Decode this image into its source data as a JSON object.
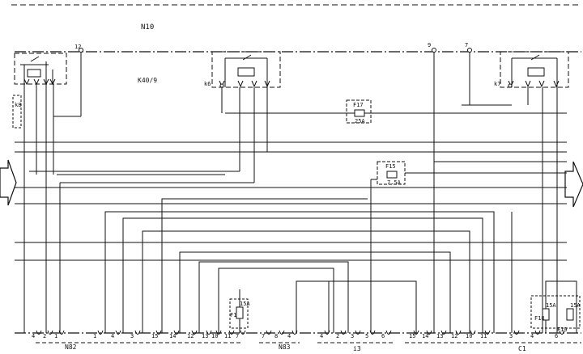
{
  "labels": {
    "unit_main": "N10",
    "relay_group": "K40/9",
    "relay_k6": "k6",
    "relay_k7": "k7",
    "relay_k8": "k8",
    "top_pin_12": "12",
    "top_pin_9": "9",
    "top_pin_7": "7",
    "connector_left": "N82",
    "connector_mid": "N83",
    "connector_i3": "i3",
    "connector_c1": "C1"
  },
  "fuses": [
    {
      "id": "F17",
      "label": "F17",
      "rating": "25A"
    },
    {
      "id": "F15",
      "label": "F15",
      "rating": "7.5A"
    },
    {
      "id": "F1",
      "label": "F1",
      "rating": "15A"
    },
    {
      "id": "F18",
      "label": "F18",
      "rating": "15A"
    },
    {
      "id": "F19",
      "label": "F19",
      "rating": "15A"
    }
  ],
  "pin_labels": {
    "n82": [
      "4",
      "2",
      "1",
      "1",
      "4",
      "3",
      "15",
      "14",
      "12",
      "13",
      "10",
      "11",
      "7"
    ],
    "n83": [
      "7",
      "8",
      "4"
    ],
    "i3": [
      "4",
      "2",
      "3",
      "5",
      "6"
    ],
    "c1": [
      "15",
      "14",
      "13",
      "12",
      "10",
      "11",
      "3",
      "4",
      "6"
    ]
  },
  "colors": {
    "ink": "#111111",
    "background": "#ffffff"
  }
}
